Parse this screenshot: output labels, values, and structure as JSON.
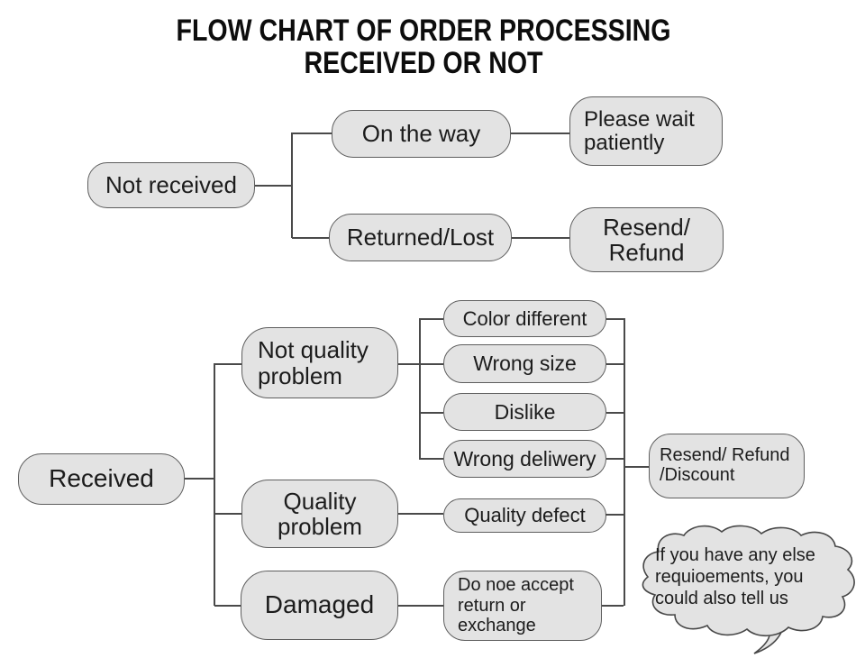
{
  "title": {
    "line1": "FLOW CHART OF ORDER PROCESSING",
    "line2": "RECEIVED OR NOT"
  },
  "top_flow": {
    "not_received": "Not received",
    "on_the_way": "On the way",
    "please_wait": "Please wait\npatiently",
    "returned_lost": "Returned/Lost",
    "resend_refund": "Resend/\nRefund"
  },
  "bottom_flow": {
    "received": "Received",
    "not_quality_problem": "Not quality\nproblem",
    "quality_problem": "Quality\nproblem",
    "damaged": "Damaged",
    "color_different": "Color different",
    "wrong_size": "Wrong size",
    "dislike": "Dislike",
    "wrong_deliwery": "Wrong deliwery",
    "quality_defect": "Quality defect",
    "do_noe_accept": "Do noe accept\nreturn or\nexchange",
    "resend_refund_discount": "Resend/ Refund\n/Discount"
  },
  "speech_bubble": {
    "text": "If you have any else\nrequioements, you\ncould also tell us"
  },
  "edges": [
    {
      "from": "Not received",
      "to": "On the way"
    },
    {
      "from": "Not received",
      "to": "Returned/Lost"
    },
    {
      "from": "On the way",
      "to": "Please wait patiently"
    },
    {
      "from": "Returned/Lost",
      "to": "Resend/ Refund"
    },
    {
      "from": "Received",
      "to": "Not quality problem"
    },
    {
      "from": "Received",
      "to": "Quality problem"
    },
    {
      "from": "Received",
      "to": "Damaged"
    },
    {
      "from": "Not quality problem",
      "to": "Color different"
    },
    {
      "from": "Not quality problem",
      "to": "Wrong size"
    },
    {
      "from": "Not quality problem",
      "to": "Dislike"
    },
    {
      "from": "Not quality problem",
      "to": "Wrong deliwery"
    },
    {
      "from": "Quality problem",
      "to": "Quality defect"
    },
    {
      "from": "Damaged",
      "to": "Do noe accept return or exchange"
    },
    {
      "from": "Color different",
      "to": "Resend/ Refund /Discount"
    },
    {
      "from": "Wrong size",
      "to": "Resend/ Refund /Discount"
    },
    {
      "from": "Dislike",
      "to": "Resend/ Refund /Discount"
    },
    {
      "from": "Wrong deliwery",
      "to": "Resend/ Refund /Discount"
    },
    {
      "from": "Quality defect",
      "to": "Resend/ Refund /Discount"
    },
    {
      "from": "Do noe accept return or exchange",
      "to": "Resend/ Refund /Discount"
    }
  ],
  "colors": {
    "background": "#ffffff",
    "node_fill": "#e3e3e3",
    "node_border": "#5e5e5e",
    "bubble_border": "#474747",
    "connector": "#4a4a4a",
    "title_text": "#0d0d0d",
    "body_text": "#1c1c1c"
  }
}
